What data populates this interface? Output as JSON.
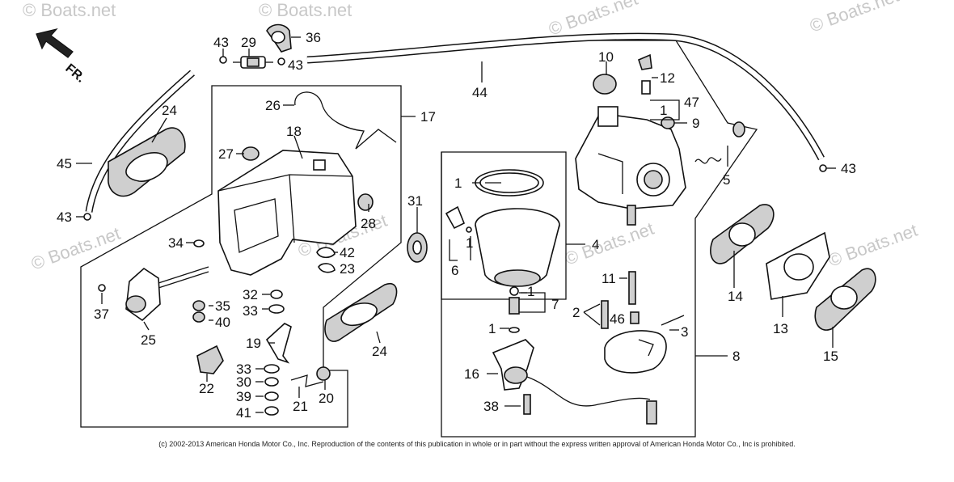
{
  "direction_label": "FR.",
  "watermarks": [
    "© Boats.net",
    "© Boats.net",
    "© Boats.net",
    "© Boats.net",
    "© Boats.net",
    "© Boats.net",
    "© Boats.net",
    "© Boats.net"
  ],
  "copyright": "(c) 2002-2013 American Honda Motor Co., Inc. Reproduction of the contents of this publication in whole or in part without the express written approval of American Honda Motor Co., Inc is prohibited.",
  "callouts": {
    "c43a": "43",
    "c29": "29",
    "c36": "36",
    "c43b": "43",
    "c44": "44",
    "c10": "10",
    "c12": "12",
    "c47": "47",
    "c1a": "1",
    "c9": "9",
    "c24a": "24",
    "c26": "26",
    "c17": "17",
    "c18": "18",
    "c27": "27",
    "c45": "45",
    "c43c": "43",
    "c1b": "1",
    "c5": "5",
    "c43d": "43",
    "c31": "31",
    "c28": "28",
    "c34": "34",
    "c42": "42",
    "c23": "23",
    "c4": "4",
    "c6": "6",
    "c1c": "1",
    "c14": "14",
    "c13": "13",
    "c37": "37",
    "c32": "32",
    "c33a": "33",
    "c35": "35",
    "c40": "40",
    "c25": "25",
    "c11": "11",
    "c1d": "1",
    "c7": "7",
    "c2": "2",
    "c46": "46",
    "c3": "3",
    "c1e": "1",
    "c15": "15",
    "c19": "19",
    "c24b": "24",
    "c8": "8",
    "c22": "22",
    "c33b": "33",
    "c30": "30",
    "c39": "39",
    "c41": "41",
    "c21": "21",
    "c20": "20",
    "c16": "16",
    "c38": "38"
  }
}
